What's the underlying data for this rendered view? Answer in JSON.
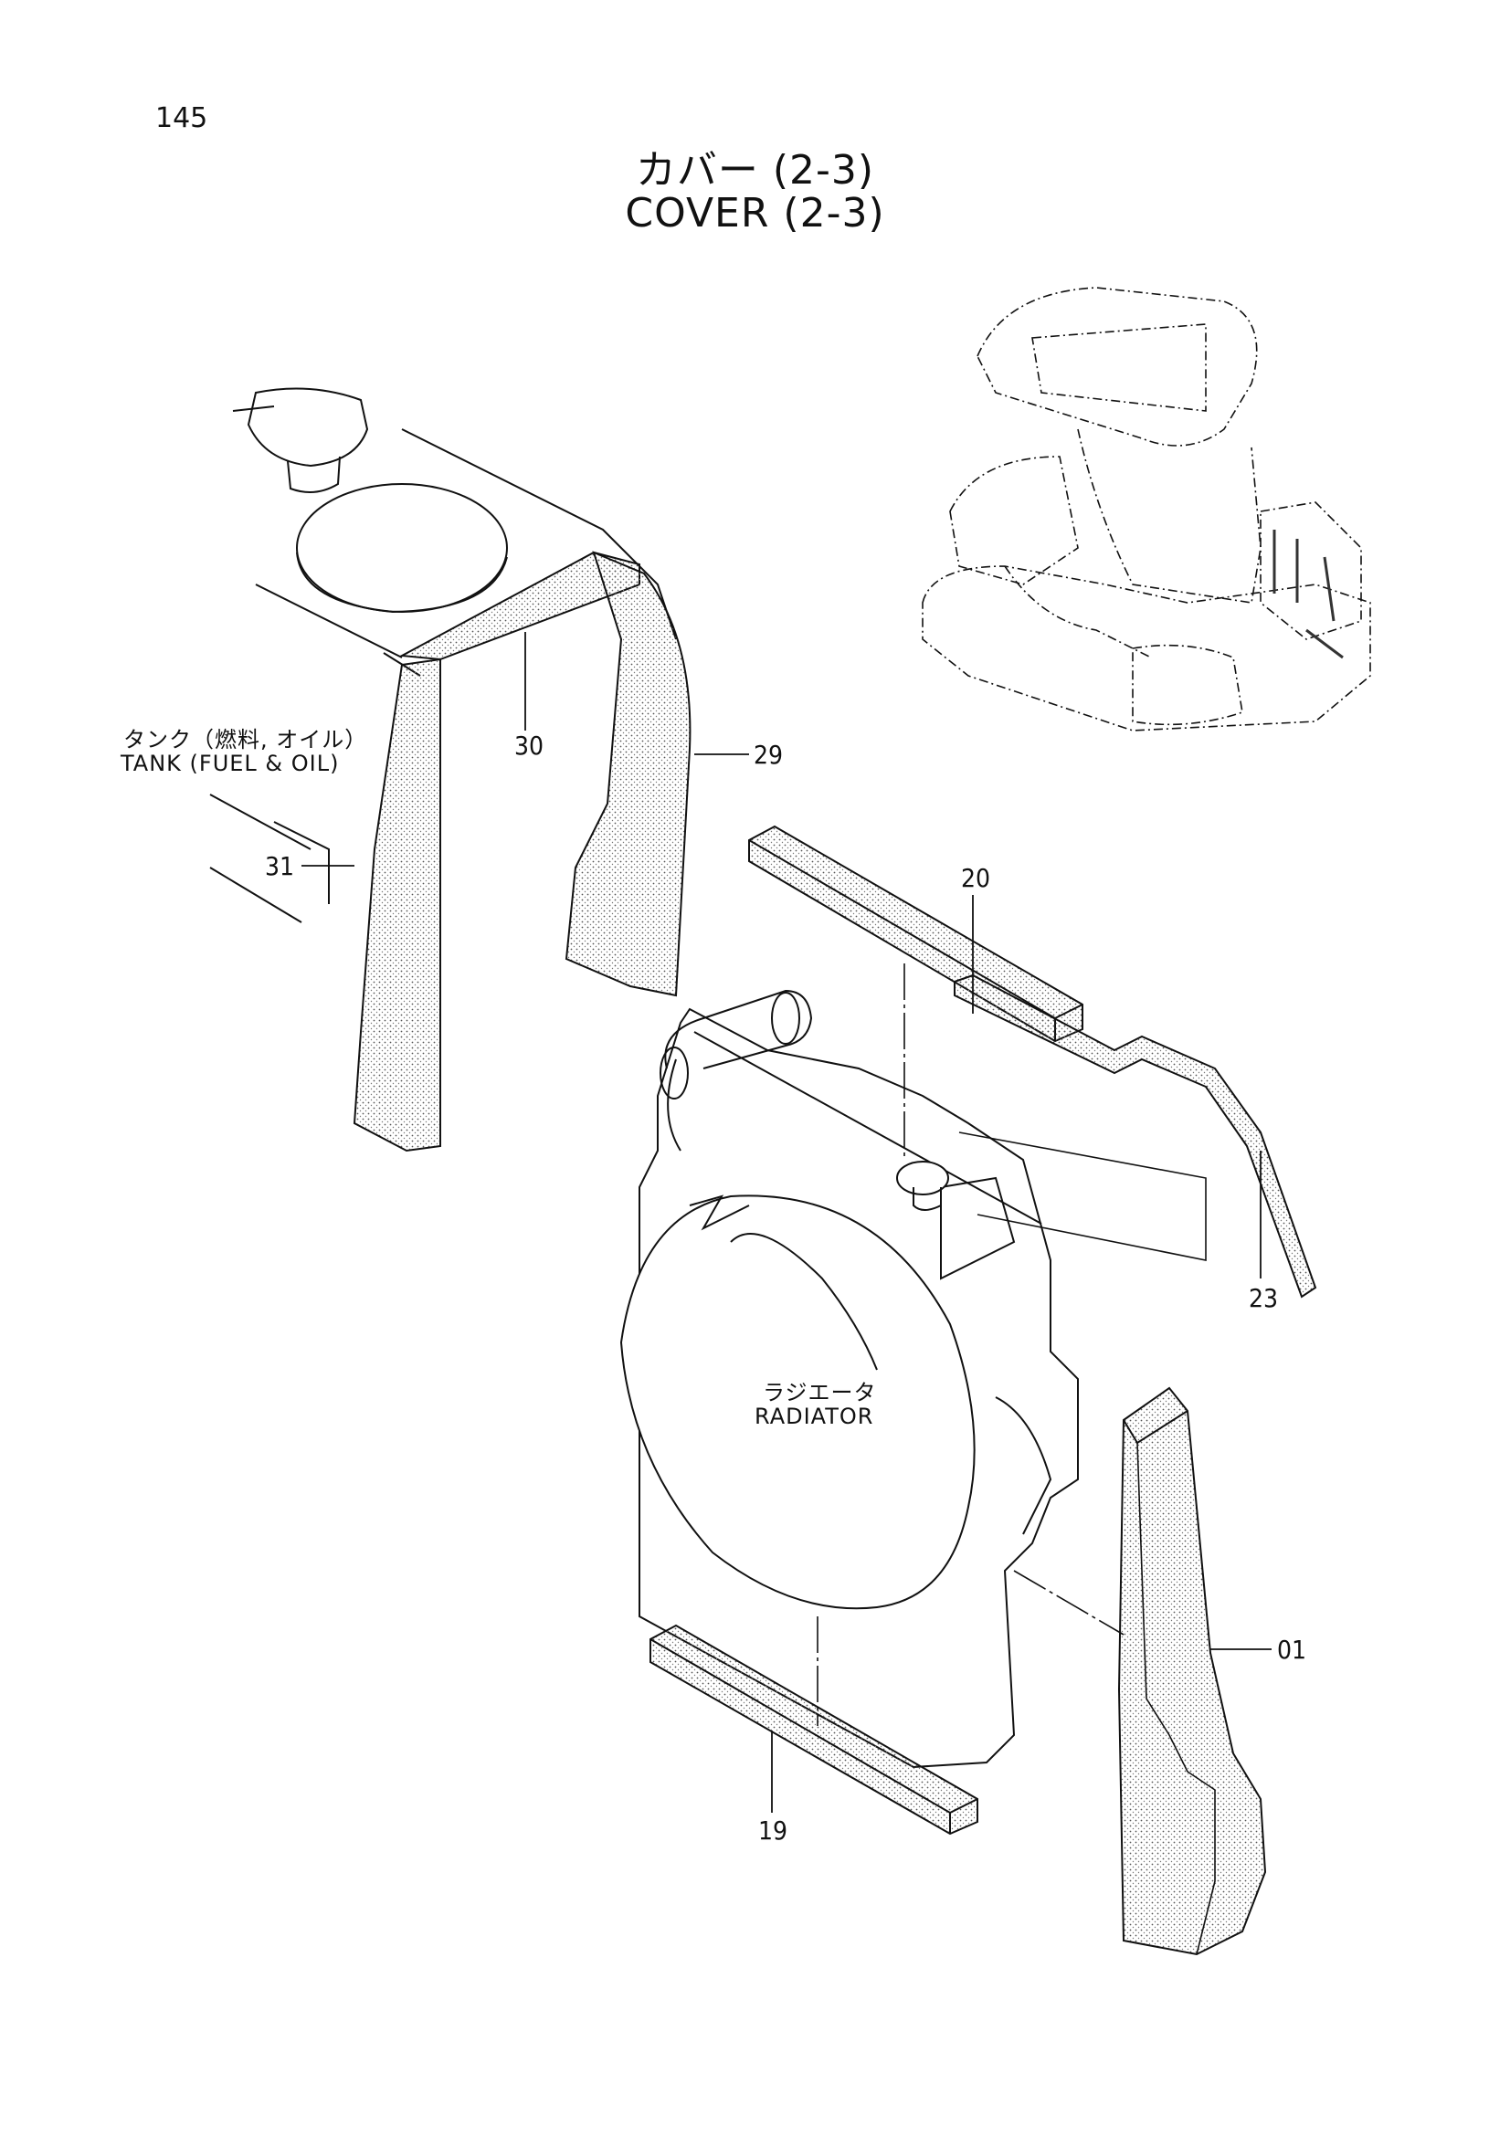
{
  "page_number": "145",
  "title_jp": "カバー (2-3)",
  "title_en": "COVER (2-3)",
  "labels": {
    "tank_jp": "タンク（燃料, オイル）",
    "tank_en": "TANK (FUEL & OIL)",
    "radiator_jp": "ラジエータ",
    "radiator_en": "RADIATOR"
  },
  "callouts": {
    "p01": "01",
    "p19": "19",
    "p20": "20",
    "p23": "23",
    "p29": "29",
    "p30": "30",
    "p31": "31"
  }
}
